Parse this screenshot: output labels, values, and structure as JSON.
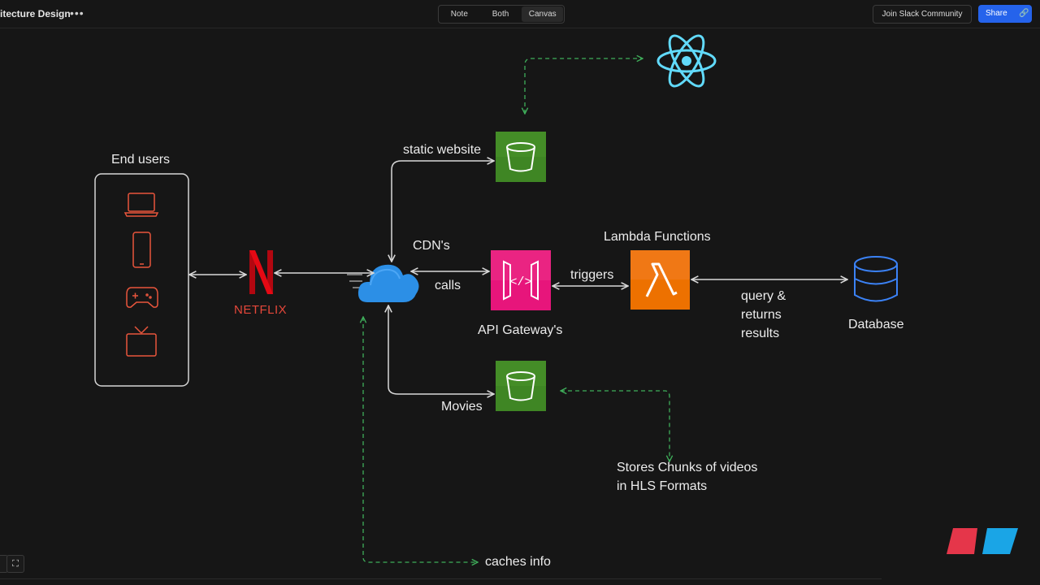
{
  "header": {
    "doc_title": "itecture Design",
    "more_label": "•••",
    "view_tabs": [
      "Note",
      "Both",
      "Canvas"
    ],
    "active_view": "Canvas",
    "slack_label": "Join Slack Community",
    "share_label": "Share"
  },
  "diagram": {
    "end_users_label": "End users",
    "netflix_logo_text": "NETFLIX",
    "netflix_logo_letter": "N",
    "static_website_label": "static website",
    "cdn_label": "CDN's",
    "calls_label": "calls",
    "api_gateway_label": "API Gateway's",
    "api_icon_text": "</>",
    "triggers_label": "triggers",
    "lambda_label": "Lambda Functions",
    "lambda_symbol": "λ",
    "query_label": [
      "query &",
      "returns",
      "results"
    ],
    "database_label": "Database",
    "movies_label": "Movies",
    "stores_label": [
      "Stores Chunks of videos",
      "in HLS Formats"
    ],
    "caches_label": "caches info"
  },
  "colors": {
    "s3_green": "#3f8624",
    "api_pink": "#e7157b",
    "lambda_orange": "#ed7100",
    "netflix_red": "#e50914",
    "device_red": "#e8553c",
    "react_cyan": "#61dafb",
    "database_blue": "#3b82f6",
    "dashed_green": "#3fae5a"
  }
}
